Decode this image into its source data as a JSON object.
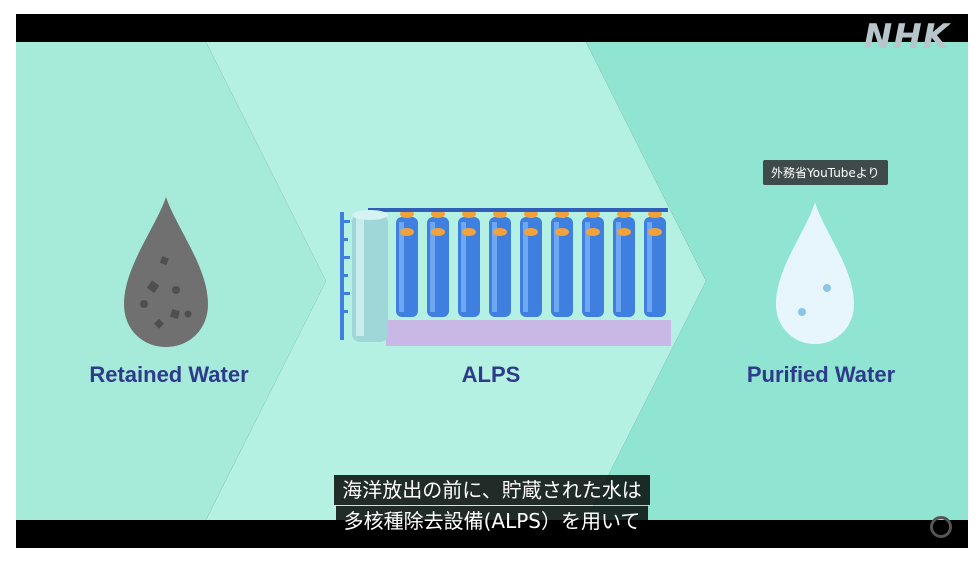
{
  "broadcaster": {
    "logo_text": "NHK"
  },
  "source_badge": "外務省YouTubeより",
  "diagram": {
    "stage1_label": "Retained Water",
    "stage2_label": "ALPS",
    "stage3_label": "Purified Water"
  },
  "subtitles": {
    "line1": "海洋放出の前に、貯蔵された水は",
    "line2": "多核種除去設備(ALPS）を用いて"
  },
  "colors": {
    "background_left": "#a8ecdc",
    "background_mid": "#b4f0e2",
    "background_right": "#8ee4d0",
    "label_text": "#2f3a8a",
    "drop_dirty": "#707070",
    "drop_clean": "#e6f6fc",
    "cylinder_blue": "#3f7fe0",
    "cylinder_cap": "#f2a23a"
  }
}
